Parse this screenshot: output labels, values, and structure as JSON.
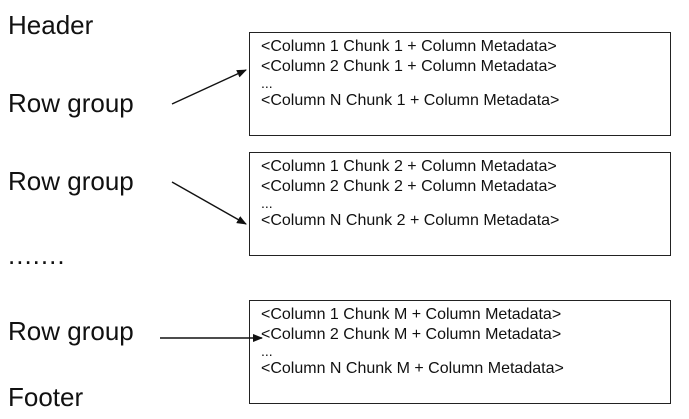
{
  "labels": {
    "header": "Header",
    "row_group_1": "Row group",
    "row_group_2": "Row group",
    "ellipsis": ".......",
    "row_group_m": "Row group",
    "footer": "Footer"
  },
  "boxes": [
    {
      "rows": [
        "<Column 1 Chunk 1 + Column Metadata>",
        "<Column 2 Chunk 1 + Column Metadata>",
        "...",
        "<Column N Chunk 1 + Column Metadata>"
      ]
    },
    {
      "rows": [
        "<Column 1 Chunk 2 + Column Metadata>",
        "<Column 2 Chunk 2 + Column Metadata>",
        "...",
        "<Column N Chunk 2 + Column Metadata>"
      ]
    },
    {
      "rows": [
        "<Column 1 Chunk M + Column Metadata>",
        "<Column 2 Chunk M + Column Metadata>",
        "...",
        "<Column N Chunk M + Column Metadata>"
      ]
    }
  ]
}
